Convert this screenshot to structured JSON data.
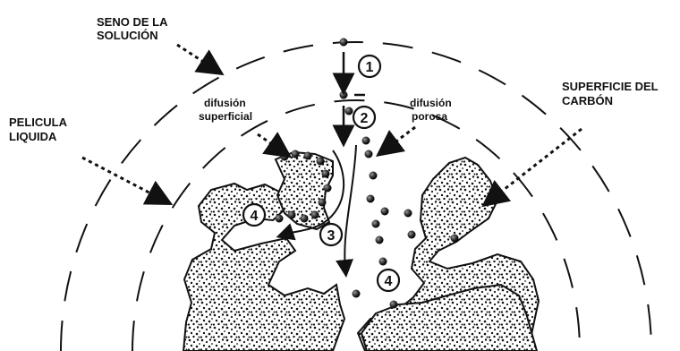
{
  "labels": {
    "bulk_line1": "SENO DE LA",
    "bulk_line2": "SOLUCIÓN",
    "film_line1": "PELICULA",
    "film_line2": "LIQUIDA",
    "surface_line1": "SUPERFICIE DEL",
    "surface_line2": "CARBÓN",
    "surf_diff_line1": "difusión",
    "surf_diff_line2": "superficial",
    "pore_diff_line1": "difusión",
    "pore_diff_line2": "porosa"
  },
  "steps": {
    "step1": "1",
    "step2": "2",
    "step3": "3",
    "step4a": "4",
    "step4b": "4"
  },
  "colors": {
    "ink": "#111111",
    "particle_fill": "#1a1a1a",
    "background": "#ffffff"
  }
}
